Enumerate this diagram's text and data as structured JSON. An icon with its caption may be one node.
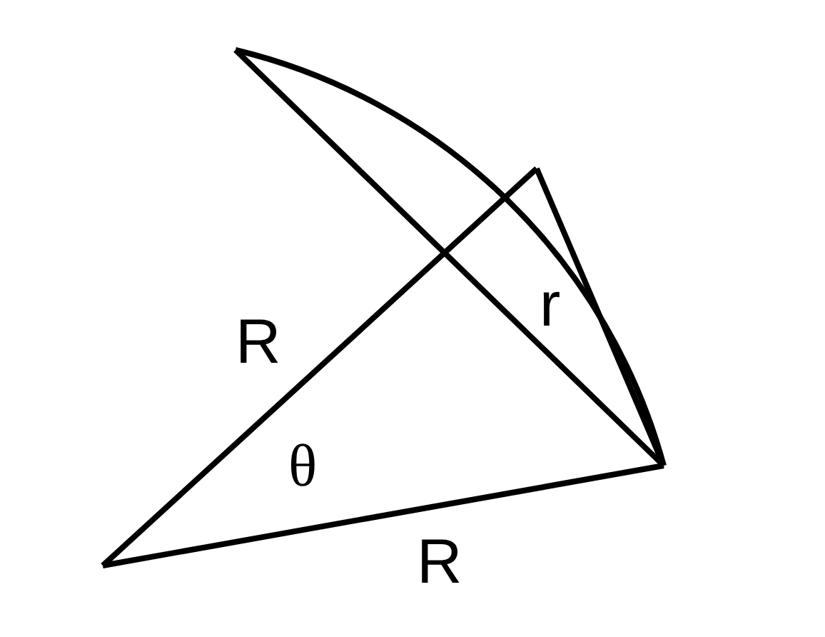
{
  "diagram": {
    "labels": [
      "R",
      "r",
      "θ",
      "R"
    ]
  }
}
